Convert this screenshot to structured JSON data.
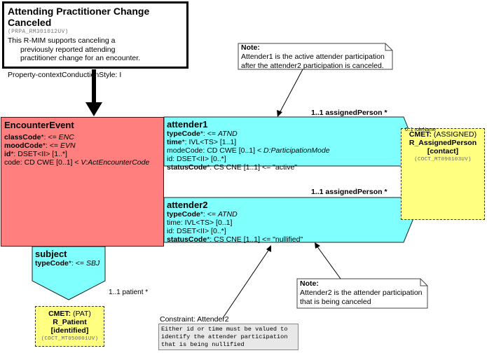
{
  "title_box": {
    "title": "Attending Practitioner Change Canceled",
    "model_id": "(PRPA_RM301012UV)",
    "description_line1": "This R-MIM supports canceling a",
    "description_line2": "previously reported attending",
    "description_line3": "practitioner change for an encounter.",
    "property": "Property-contextConductionStyle: I"
  },
  "encounter_event": {
    "name": "EncounterEvent",
    "attrs": [
      {
        "name": "classCode",
        "rest": "*: <= ",
        "value": "ENC"
      },
      {
        "name": "moodCode",
        "rest": "*: <= ",
        "value": "EVN"
      },
      {
        "name": "id",
        "rest": "*: DSET<II> [1..*]",
        "value": ""
      },
      {
        "name": "",
        "rest": "code: CD CWE [0..1] < ",
        "value": "V:ActEncounterCode"
      }
    ]
  },
  "attender1": {
    "name": "attender1",
    "attrs": [
      {
        "name": "typeCode",
        "rest": "*: <= ",
        "value": "ATND"
      },
      {
        "name": "time",
        "rest": "*: IVL<TS> [1..1]",
        "value": ""
      },
      {
        "name": "",
        "rest": "modeCode: CD CWE [0..1] < ",
        "value": "D:ParticipationMode"
      },
      {
        "name": "",
        "rest": "id: DSET<II> [0..*]",
        "value": ""
      },
      {
        "name": "statusCode",
        "rest": "*: CS CNE [1..1] <= \"active\"",
        "value": ""
      }
    ],
    "relationship": "1..1 assignedPerson  *"
  },
  "attender2": {
    "name": "attender2",
    "attrs": [
      {
        "name": "typeCode",
        "rest": "*: <= ",
        "value": "ATND"
      },
      {
        "name": "",
        "rest": "time: IVL<TS> [0..1]",
        "value": ""
      },
      {
        "name": "",
        "rest": "id: DSET<II> [0..*]",
        "value": ""
      },
      {
        "name": "statusCode",
        "rest": "*: CS CNE [1..1] <= \"nullified\"",
        "value": ""
      }
    ],
    "relationship": "1..1 assignedPerson  *"
  },
  "subject": {
    "name": "subject",
    "attr_name": "typeCode",
    "attr_rest": "*: <= ",
    "attr_value": "SBJ",
    "relationship": "1..1 patient  *"
  },
  "cmet_assigned": {
    "line1_bold": "CMET:",
    "line1_rest": " (ASSIGNED)",
    "line2": "R_AssignedPerson",
    "line3": "[contact]",
    "id": "(COCT_MT090103UV)",
    "overlap_text": "0..1 roleName"
  },
  "cmet_patient": {
    "line1_bold": "CMET:",
    "line1_rest": " (PAT)",
    "line2": "R_Patient",
    "line3": "[identified]",
    "id": "(COCT_MT050001UV)"
  },
  "note1": {
    "title": "Note:",
    "line1": "Attender1 is the active attender participation",
    "line2": "after the attender2 participation is canceled."
  },
  "note2": {
    "title": "Note:",
    "line1": "Attender2 is the attender participation",
    "line2": "that is being canceled"
  },
  "constraint": {
    "title": "Constraint: Attender2",
    "line1": "Either id or time must be valued to",
    "line2": "identify the attender participation",
    "line3": "that is being nullified"
  },
  "colors": {
    "act": "#ff7f7f",
    "participation": "#80ffff",
    "cmet": "#ffff80",
    "note": "#ffffff",
    "constraint": "#e8e8e8"
  }
}
